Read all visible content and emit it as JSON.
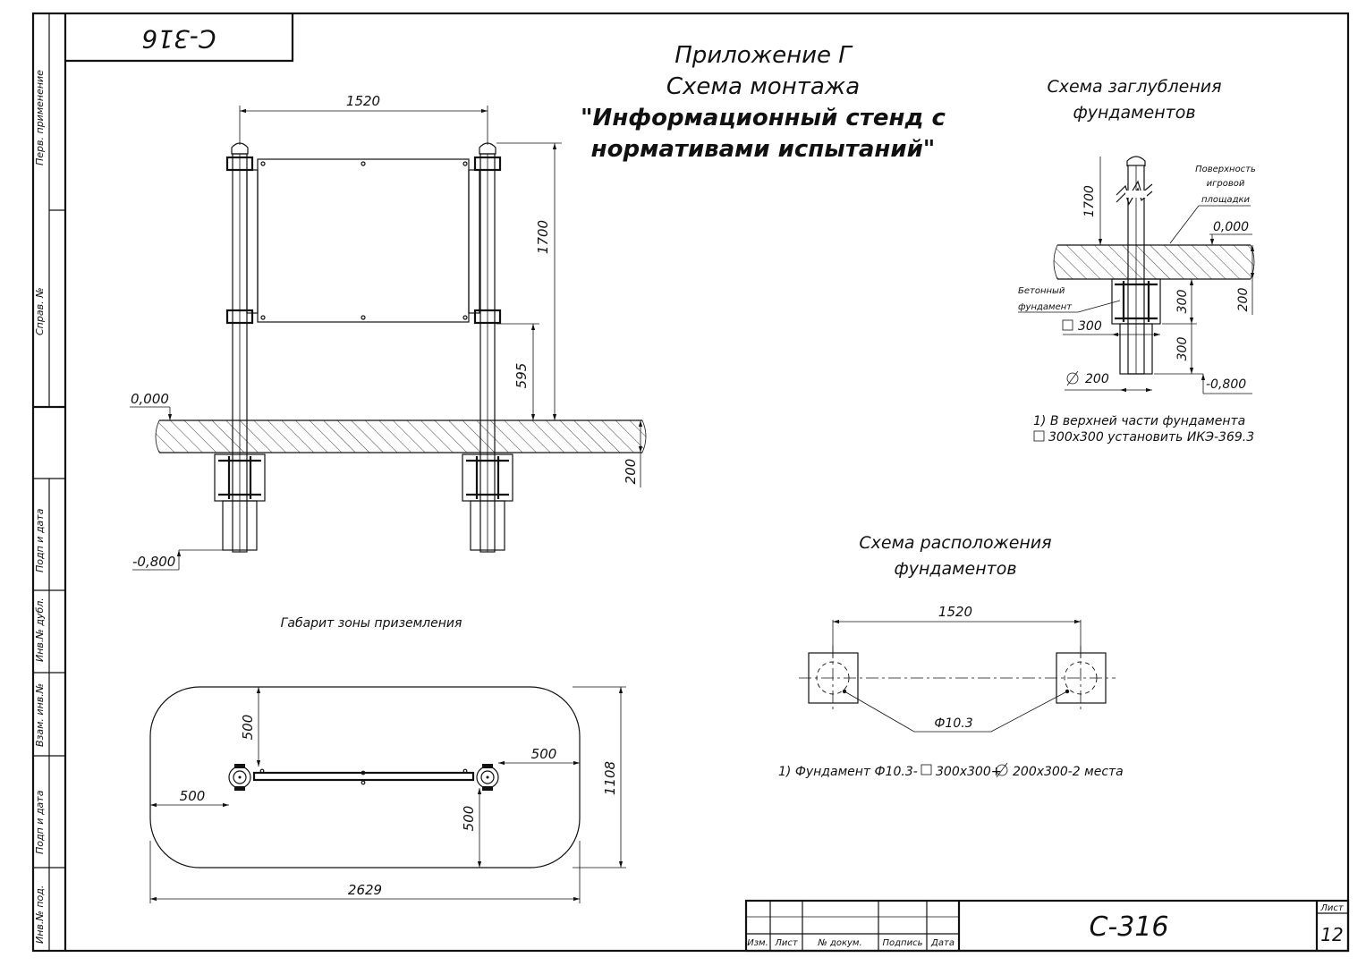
{
  "stamp": {
    "code_rotated": "С-316"
  },
  "title": {
    "line1": "Приложение Г",
    "line2": "Схема монтажа",
    "line3": "\"Информационный стенд с",
    "line4": "нормативами испытаний\""
  },
  "side_labels": {
    "perv_primenenie": "Перв. применение",
    "sprav_no": "Справ. №",
    "podp_data_1": "Подп и дата",
    "inv_dubl": "Инв.№ дубл.",
    "vzam_inv": "Взам. инв.№",
    "podp_data_2": "Подп и дата",
    "inv_pod": "Инв.№ под."
  },
  "main_view": {
    "width_dim": "1520",
    "height_dim": "1700",
    "panel_bottom_dim": "595",
    "depth_dim": "200",
    "level_top": "0,000",
    "level_bottom": "-0,800"
  },
  "depth_scheme": {
    "title1": "Схема заглубления",
    "title2": "фундаментов",
    "height_dim": "1700",
    "surface_label1": "Поверхность",
    "surface_label2": "игровой",
    "surface_label3": "площадки",
    "level_top": "0,000",
    "concrete_label1": "Бетонный",
    "concrete_label2": "фундамент",
    "square_dim": "300",
    "dim_300_top": "300",
    "dim_300_bottom": "300",
    "dim_200": "200",
    "diam_dim": "200",
    "level_bottom": "-0,800",
    "note1": "1) В верхней части фундамента",
    "note2": "300х300 установить ИКЭ-369.3"
  },
  "layout_scheme": {
    "title1": "Схема расположения",
    "title2": "фундаментов",
    "width_dim": "1520",
    "foundation_label": "Ф10.3",
    "note_a": "1) Фундамент Ф10.3-",
    "note_b": "300х300+",
    "note_c": "200х300-2 места"
  },
  "ground_zone": {
    "title": "Габарит зоны приземления",
    "dim_top": "500",
    "dim_right": "500",
    "dim_left": "500",
    "dim_bottom": "500",
    "dim_height": "1108",
    "dim_width": "2629"
  },
  "title_block": {
    "col_izm": "Изм.",
    "col_list": "Лист",
    "col_dokum": "№ докум.",
    "col_podpis": "Подпись",
    "col_data": "Дата",
    "code": "С-316",
    "sheet_label": "Лист",
    "sheet_number": "12"
  }
}
